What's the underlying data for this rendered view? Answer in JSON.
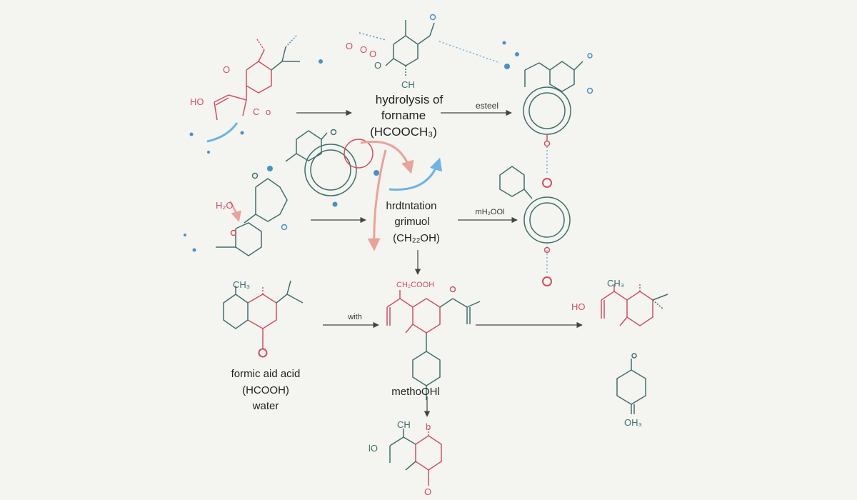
{
  "colors": {
    "background": "#f4f4f1",
    "teal": "#3f6f6c",
    "red": "#d0505e",
    "blue_dot": "#4a90c2",
    "arrow": "#444444",
    "curved_red": "#e8a39b",
    "curved_blue": "#6db4e0"
  },
  "labels": {
    "hydrolysis": [
      "hydrolysis of",
      "forname",
      "(HCOOCH₃)"
    ],
    "hydration": [
      "hrdtntation",
      "grimuol",
      "(CH₂₂OH)"
    ],
    "formic": [
      "formic aid acid",
      "(HCOOH)",
      "water"
    ],
    "methanol": "methoOHl",
    "esteel": "esteel",
    "mh": "mH₂OOl",
    "with": "with"
  },
  "atoms": {
    "ho_top_left": "HO",
    "o_top_left": "O",
    "c_top_left": "C",
    "o_small_top_left": "o",
    "h2o": "H₂O",
    "o_top_center_a": "O",
    "o_top_center_b": "O",
    "o_top_center_c": "O",
    "o_top_center_ring": "O",
    "ch_top_center": "CH",
    "ch3_bottom_left": "CH₃",
    "ch2cooh": "CH₂COOH",
    "ho_bottom_right": "HO",
    "ch3_bottom_right": "CH₃",
    "oh3": "OH₃",
    "ch_bottom_center": "CH",
    "o_bottom_center_label": "lO",
    "o_bottom_center_b": "b",
    "o_bottom_center": "O"
  }
}
